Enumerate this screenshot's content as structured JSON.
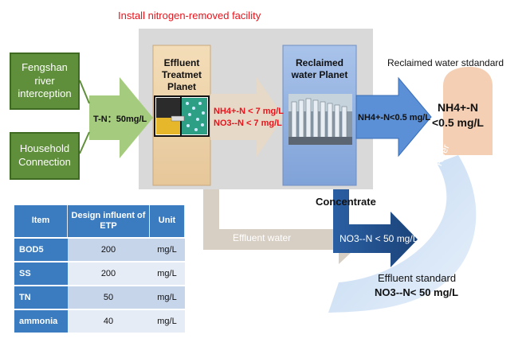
{
  "title": "Install nitrogen-removed facility",
  "sources": [
    {
      "id": "fengshan",
      "text": "Fengshan river interception"
    },
    {
      "id": "household",
      "text": "Household Connection"
    }
  ],
  "influent_label": "T-N：50mg/L",
  "etp": {
    "title": "Effluent Treatmet Planet"
  },
  "etp_output": {
    "line1": "NH4+-N < 7 mg/L",
    "line2": "NO3--N  < 7 mg/L"
  },
  "rwp": {
    "title": "Reclaimed water Planet"
  },
  "rwp_output": "NH4+-N<0.5 mg/L",
  "reclaimed_standard": {
    "heading": "Reclaimed water stdandard",
    "line1": "NH4+-N",
    "line2": "<0.5 mg/L"
  },
  "concentrate": {
    "label": "Concentrate",
    "value": "NO3--N < 50 mg/L"
  },
  "effluent_water": "Effluent water",
  "river": "Fengshan River",
  "effluent_standard": {
    "heading": "Effluent standard",
    "value": "NO3--N< 50 mg/L"
  },
  "table": {
    "headers": [
      "Item",
      "Design influent of ETP",
      "Unit"
    ],
    "rows": [
      {
        "item": "BOD5",
        "value": "200",
        "unit": "mg/L"
      },
      {
        "item": "SS",
        "value": "200",
        "unit": "mg/L"
      },
      {
        "item": "TN",
        "value": "50",
        "unit": "mg/L"
      },
      {
        "item": "ammonia",
        "value": "40",
        "unit": "mg/L"
      }
    ]
  },
  "colors": {
    "source_green": "#5f8f3a",
    "arrow_green": "#a5cc7e",
    "etp_panel": "#f0d7b0",
    "rwp_panel": "#9db8e3",
    "arrow_blue": "#5b8fd6",
    "dark_blue": "#1f4e8c",
    "title_red": "#e8141c",
    "table_blue": "#3b7bbf"
  }
}
